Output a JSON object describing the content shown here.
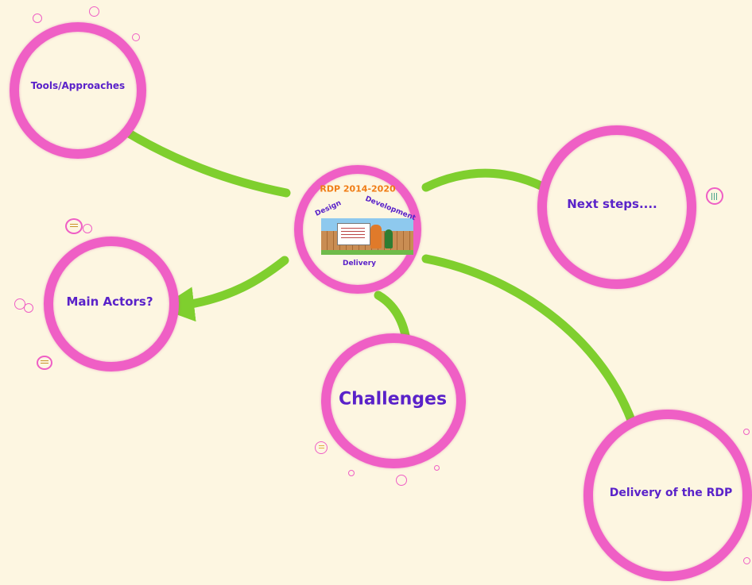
{
  "center": {
    "title": "RDP 2014-2020",
    "word_left": "Design",
    "word_right": "Development",
    "word_bottom": "Delivery",
    "title_color": "#f07d16",
    "text_color": "#5a22c9"
  },
  "nodes": {
    "tools": "Tools/Approaches",
    "actors": "Main Actors?",
    "challenges": "Challenges",
    "next_steps": "Next steps....",
    "delivery": "Delivery of the RDP"
  },
  "colors": {
    "background": "#fdf6e1",
    "ring": "#ef5fc5",
    "arrow": "#7fcf2e",
    "label": "#5a22c9"
  }
}
